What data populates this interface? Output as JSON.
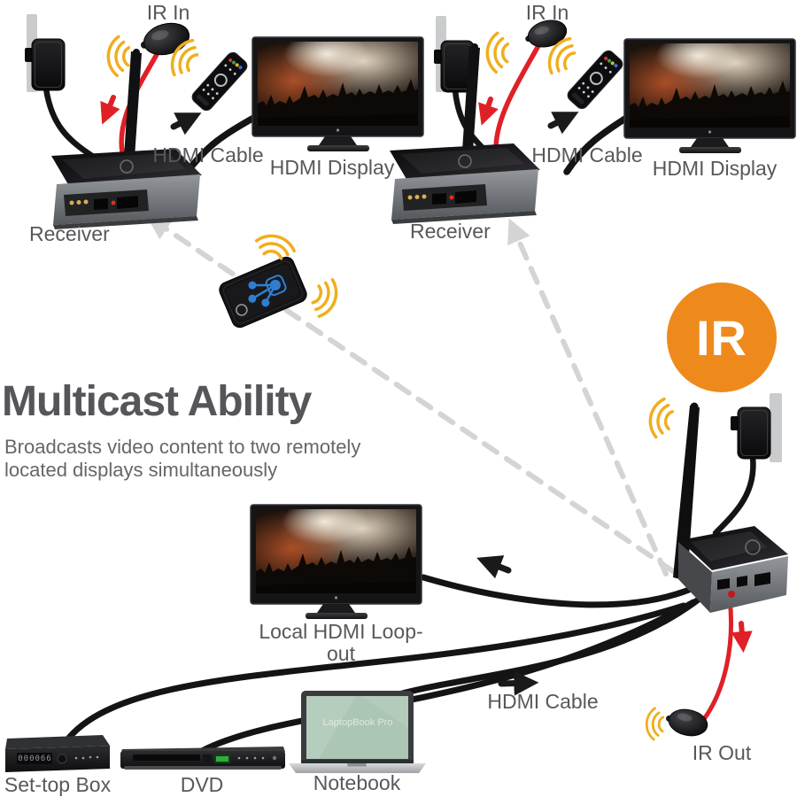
{
  "heading": {
    "title": "Multicast Ability",
    "subtitle": "Broadcasts video content to two remotely\nlocated displays simultaneously"
  },
  "receiver_groups": [
    {
      "ir_in_label": "IR In",
      "hdmi_cable_label": "HDMI Cable",
      "hdmi_display_label": "HDMI Display",
      "receiver_label": "Receiver"
    },
    {
      "ir_in_label": "IR In",
      "hdmi_cable_label": "HDMI Cable",
      "hdmi_display_label": "HDMI Display",
      "receiver_label": "Receiver"
    }
  ],
  "ir_badge": {
    "label": "IR",
    "color": "#EE8A1C"
  },
  "loopout_display": {
    "label": "Local HDMI Loop-out"
  },
  "transmitter": {
    "ir_out_label": "IR Out",
    "hdmi_cable_label": "HDMI Cable"
  },
  "sources": {
    "set_top_box": {
      "label": "Set-top Box",
      "display_value": "000066"
    },
    "dvd": {
      "label": "DVD"
    },
    "notebook": {
      "label": "Notebook",
      "screen_text": "LaptopBook Pro"
    }
  },
  "colors": {
    "accent_orange": "#EE8A1C",
    "wave_yellow": "#F0AE1C",
    "cable_red": "#DF2127",
    "cable_black": "#141414",
    "dashed_gray": "#D4D4D4",
    "text_dark": "#55565A",
    "text_gray": "#646669",
    "remote_icon_blue": "#2E7FD2"
  }
}
